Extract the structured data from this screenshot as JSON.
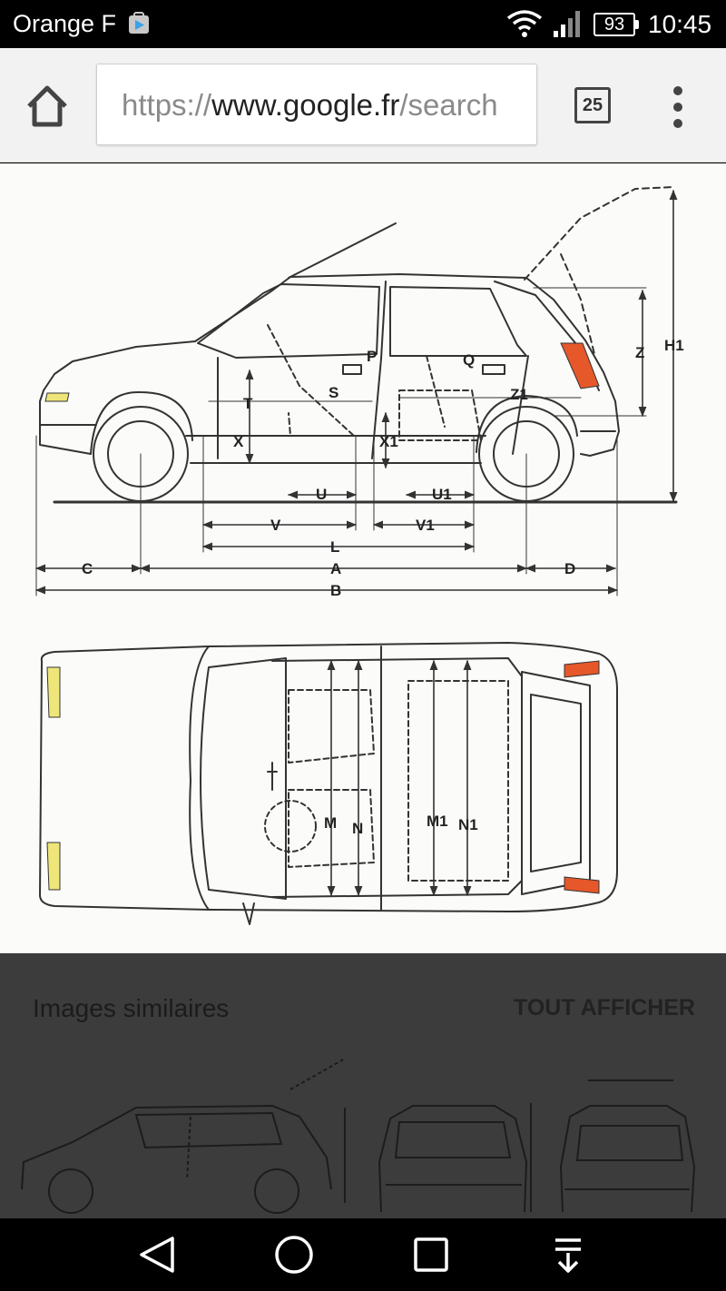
{
  "status_bar": {
    "carrier": "Orange F",
    "battery": "93",
    "time": "10:45"
  },
  "browser": {
    "url_scheme": "https://",
    "url_host": "www.google.fr",
    "url_path": "/search",
    "tab_count": "25"
  },
  "blueprint": {
    "labels": [
      "H1",
      "Z",
      "P",
      "Q",
      "T",
      "S",
      "Z1",
      "X",
      "X1",
      "U",
      "U1",
      "V",
      "V1",
      "L",
      "C",
      "A",
      "D",
      "B",
      "M",
      "N",
      "M1",
      "N1"
    ],
    "accent_color": "#e6572a",
    "lamp_color": "#efe67a"
  },
  "similar": {
    "title": "Images similaires",
    "see_all": "TOUT AFFICHER"
  }
}
